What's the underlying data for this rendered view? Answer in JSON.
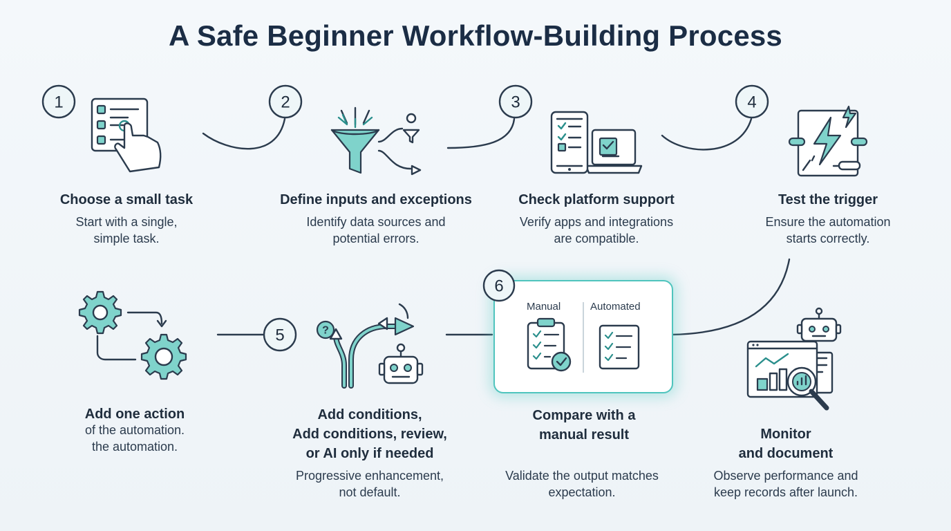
{
  "title": "A Safe Beginner Workflow-Building Process",
  "colors": {
    "accent": "#7fd3cb",
    "ink": "#2b3b4d",
    "glow": "#4fc4bd"
  },
  "steps": [
    {
      "number": "1",
      "icon": "checklist-pointer-icon",
      "label": "Choose a small task",
      "desc": [
        "Start with a single,",
        "simple task."
      ]
    },
    {
      "number": "2",
      "icon": "funnel-branch-icon",
      "label": "Define inputs and exceptions",
      "desc": [
        "Identify data sources and",
        "potential errors."
      ]
    },
    {
      "number": "3",
      "icon": "devices-icon",
      "label": "Check platform support",
      "desc": [
        "Verify apps and integrations",
        "are compatible."
      ]
    },
    {
      "number": "4",
      "icon": "lightning-trigger-icon",
      "label": "Test the trigger",
      "desc": [
        "Ensure the automation",
        "starts correctly."
      ]
    },
    {
      "number": "",
      "icon": "gears-icon",
      "label": "Add one action",
      "desc": [
        "of the automation.",
        "the automation."
      ]
    },
    {
      "number": "5",
      "icon": "branch-robot-icon",
      "label": [
        "Add conditions,",
        "Add conditions, review,",
        "or AI only if needed"
      ],
      "desc": [
        "Progressive enhancement,",
        "not default."
      ]
    },
    {
      "number": "6",
      "icon": "compare-clipboards-icon",
      "label": [
        "Compare with a",
        "manual result"
      ],
      "desc": [
        "Validate the output matches",
        "expectation."
      ],
      "card": {
        "left": "Manual",
        "right": "Automated"
      }
    },
    {
      "number": "",
      "icon": "monitor-robot-icon",
      "label": [
        "Monitor",
        "and document"
      ],
      "desc": [
        "Observe performance and",
        "keep records after launch."
      ]
    }
  ]
}
